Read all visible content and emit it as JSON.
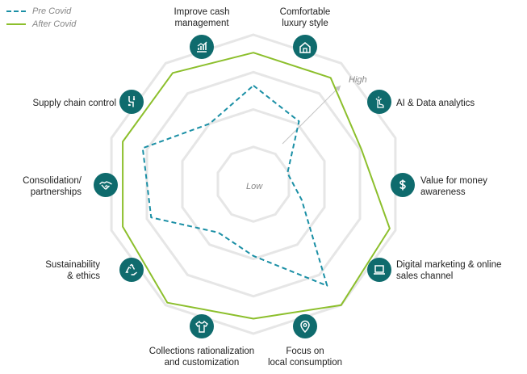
{
  "legend": {
    "series1": "Pre Covid",
    "series2": "After Covid"
  },
  "scale": {
    "low_label": "Low",
    "high_label": "High"
  },
  "categories": [
    "Improve cash\nmanagement",
    "Comfortable\nluxury style",
    "AI & Data analytics",
    "Value for money\nawareness",
    "Digital marketing & online\nsales channel",
    "Focus on\nlocal consumption",
    "Collections rationalization\nand customization",
    "Sustainability\n& ethics",
    "Consolidation/\npartnerships",
    "Supply chain control"
  ],
  "icons": [
    "growth-chart-icon",
    "house-icon",
    "ai-hand-icon",
    "dollar-icon",
    "laptop-icon",
    "location-pin-icon",
    "tshirt-icon",
    "recycle-icon",
    "handshake-icon",
    "supply-chain-icon"
  ],
  "colors": {
    "pre": "#1a8fa5",
    "after": "#8cbf2c",
    "icon_bg": "#0f6b6d",
    "grid": "#e6e6e6"
  },
  "chart_data": {
    "type": "radar",
    "categories": [
      "Improve cash management",
      "Comfortable luxury style",
      "AI & Data analytics",
      "Value for money awareness",
      "Digital marketing & online sales channel",
      "Focus on local consumption",
      "Collections rationalization and customization",
      "Sustainability & ethics",
      "Consolidation/partnerships",
      "Supply chain control"
    ],
    "series": [
      {
        "name": "Pre Covid",
        "values": [
          3.3,
          2.6,
          1.2,
          1.7,
          4.2,
          2.4,
          2.0,
          3.6,
          3.9,
          2.5
        ],
        "style": "dashed"
      },
      {
        "name": "After Covid",
        "values": [
          4.4,
          4.4,
          3.8,
          4.8,
          5.0,
          4.5,
          4.9,
          4.6,
          4.6,
          4.6
        ],
        "style": "solid"
      }
    ],
    "range": [
      0,
      5
    ],
    "grid_rings": 4
  }
}
